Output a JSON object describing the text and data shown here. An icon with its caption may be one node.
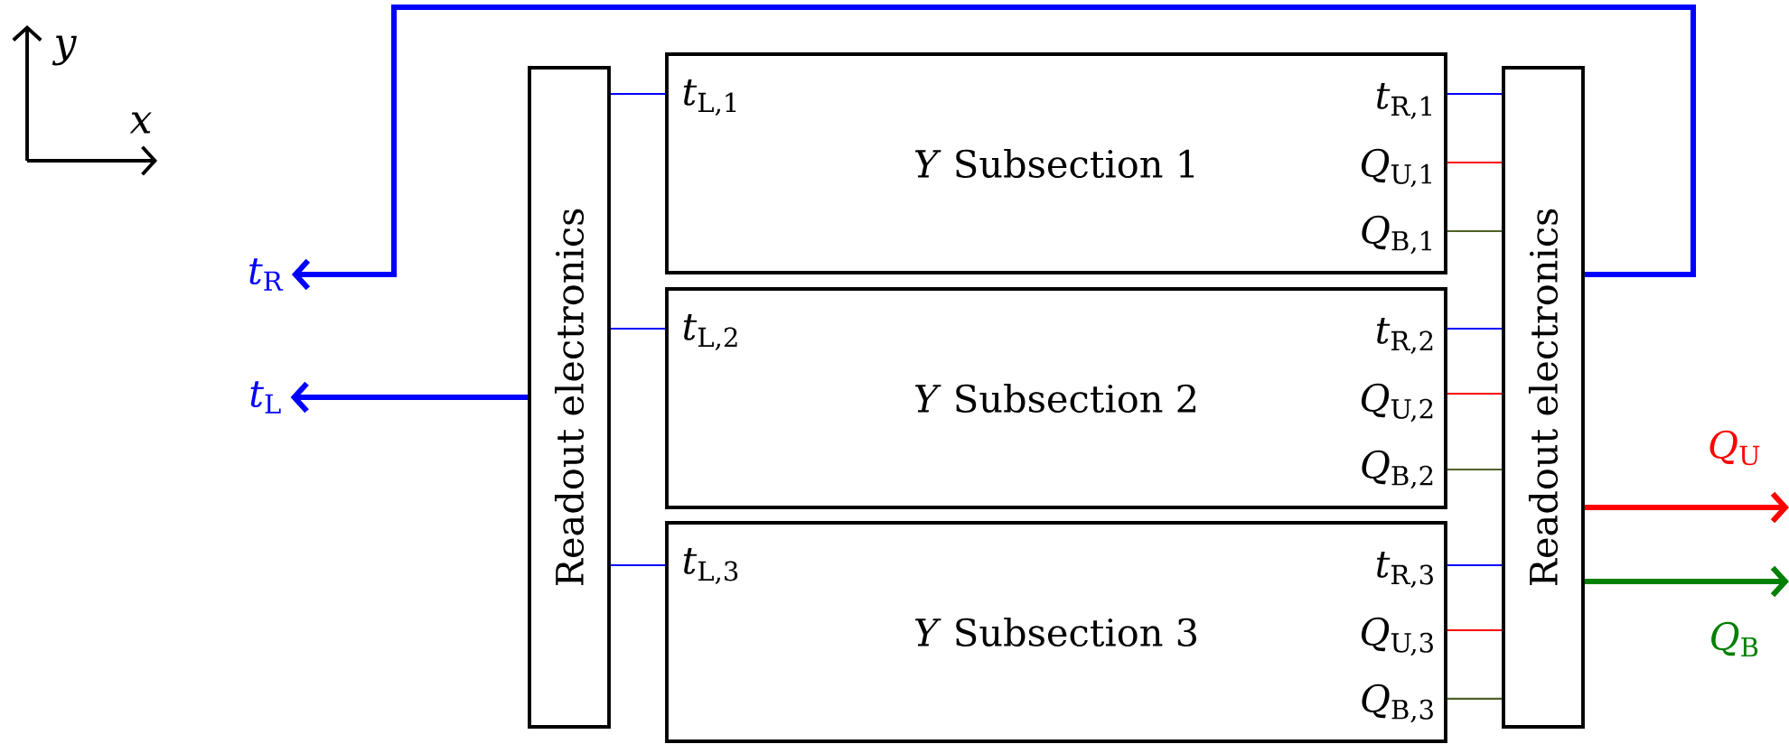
{
  "diagram": {
    "nodes": [
      {
        "text": [
          "Readout electronics"
        ]
      },
      {
        "text": [
          "*Y* Subsection 1",
          "*t*$_{L,1}$",
          "*t*$_{R,1}$",
          "*Q*$_{U,1}$",
          "*Q*$_{B,1}$"
        ]
      },
      {
        "text": [
          "*Y* Subsection 2",
          "*t*$_{L,2}$",
          "*t*$_{R,2}$",
          "*Q*$_{U,2}$",
          "*Q*$_{B,2}$"
        ]
      },
      {
        "text": [
          "*Y* Subsection 3",
          "*t*$_{L,3}$",
          "*t*$_{R,3}$",
          "*Q*$_{U,3}$",
          "*Q*$_{B,3}$"
        ]
      },
      {
        "text": [
          "Readout electronics"
        ]
      },
      {
        "text": [
          "*t*$_{R}$"
        ]
      },
      {
        "text": [
          "*t*$_{L}$"
        ]
      }
    ],
    "edges": [
      {
        "from": 0,
        "to": 1,
        "arrow": "none"
      },
      {
        "from": 0,
        "to": 2,
        "arrow": "none"
      },
      {
        "from": 0,
        "to": 3,
        "arrow": "none"
      },
      {
        "from": 1,
        "to": 4,
        "arrow": "none"
      },
      {
        "from": 1,
        "to": 4,
        "arrow": "none",
        "color": "#ff0000"
      },
      {
        "from": 1,
        "to": 4,
        "arrow": "none",
        "color": "#4f6228"
      },
      {
        "from": 2,
        "to": 4,
        "arrow": "none"
      },
      {
        "from": 2,
        "to": 4,
        "arrow": "none",
        "color": "#ff0000"
      },
      {
        "from": 2,
        "to": 4,
        "arrow": "none",
        "color": "#4f6228"
      },
      {
        "from": 3,
        "to": 4,
        "arrow": "none"
      },
      {
        "from": 3,
        "to": 4,
        "arrow": "none",
        "color": "#ff0000"
      },
      {
        "from": 3,
        "to": 4,
        "arrow": "none",
        "color": "#4f6228"
      },
      {
        "from": 4,
        "to": 5,
        "arrow": "to",
        "style": "thick"
      },
      {
        "from": 0,
        "to": 6,
        "arrow": "to",
        "style": "thick"
      },
      {
        "from": 4,
        "to": null,
        "arrow": "to",
        "style": "thick",
        "color": "#ff0000",
        "label": "*Q*$_{U}$"
      },
      {
        "from": 4,
        "to": null,
        "arrow": "to",
        "style": "thick",
        "color": "#008000",
        "label": "*Q*$_{B}$"
      }
    ],
    "labels": [
      "y",
      "x"
    ]
  }
}
